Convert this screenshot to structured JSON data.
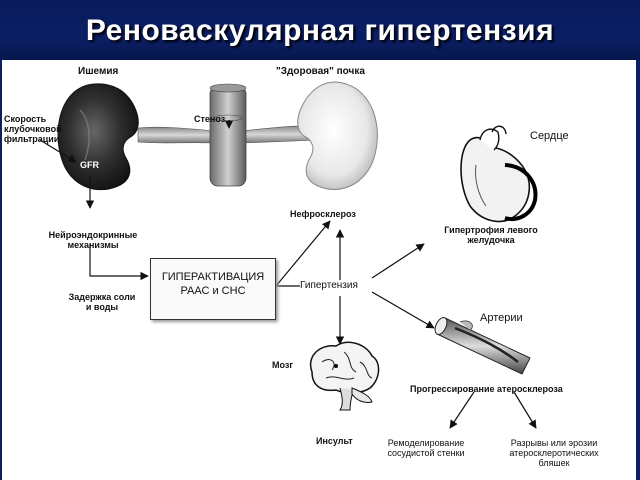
{
  "title": "Реноваскулярная гипертензия",
  "labels": {
    "ischemia": "Ишемия",
    "healthy_kidney": "\"Здоровая\" почка",
    "stenosis": "Стеноз",
    "gfr_rate_1": "Скорость",
    "gfr_rate_2": "клубочковой",
    "gfr_rate_3": "фильтрации",
    "gfr": "GFR",
    "neuro_1": "Нейроэндокринные",
    "neuro_2": "механизмы",
    "salt_1": "Задержка соли",
    "salt_2": "и воды",
    "box_1": "ГИПЕРАКТИВАЦИЯ",
    "box_2": "РААС и СНС",
    "hypertension": "Гипертензия",
    "nephrosclerosis": "Нефросклероз",
    "heart": "Сердце",
    "lvh_1": "Гипертрофия левого",
    "lvh_2": "желудочка",
    "arteries": "Артерии",
    "brain": "Мозг",
    "stroke": "Инсульт",
    "atherosclerosis": "Прогрессирование атеросклероза",
    "remodel_1": "Ремоделирование",
    "remodel_2": "сосудистой стенки",
    "rupture_1": "Разрывы или эрозии",
    "rupture_2": "атеросклеротических",
    "rupture_3": "бляшек"
  },
  "colors": {
    "header": "#0b1f66",
    "title": "#ffffff",
    "ischemic_kidney": "#2a2a2a",
    "healthy_kidney": "#f0f0f0"
  }
}
